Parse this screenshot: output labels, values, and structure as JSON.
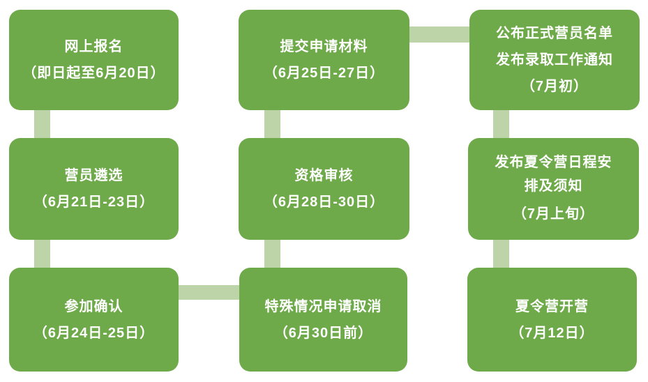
{
  "colors": {
    "background": "#FFFFFF",
    "box_fill": "#6EAA49",
    "connector_fill": "#BDD3A8",
    "text_color": "#FFFFFF"
  },
  "flowchart": {
    "nodes": [
      {
        "id": "online-registration",
        "lines": [
          "网上报名",
          "（即日起至6月20日）"
        ]
      },
      {
        "id": "camper-selection",
        "lines": [
          "营员遴选",
          "（6月21日-23日）"
        ]
      },
      {
        "id": "participation-confirmation",
        "lines": [
          "参加确认",
          "（6月24日-25日）"
        ]
      },
      {
        "id": "submit-application-materials",
        "lines": [
          "提交申请材料",
          "（6月25日-27日）"
        ]
      },
      {
        "id": "qualification-review",
        "lines": [
          "资格审核",
          "（6月28日-30日）"
        ]
      },
      {
        "id": "special-case-cancellation",
        "lines": [
          "特殊情况申请取消",
          "（6月30日前）"
        ]
      },
      {
        "id": "announce-camper-list",
        "lines": [
          "公布正式营员名单",
          "发布录取工作通知",
          "（7月初）"
        ]
      },
      {
        "id": "publish-camp-schedule",
        "lines": [
          "发布夏令营日程安",
          "排及须知",
          "（7月上旬）"
        ]
      },
      {
        "id": "camp-opening",
        "lines": [
          "夏令营开营",
          "（7月12日）"
        ]
      }
    ]
  }
}
